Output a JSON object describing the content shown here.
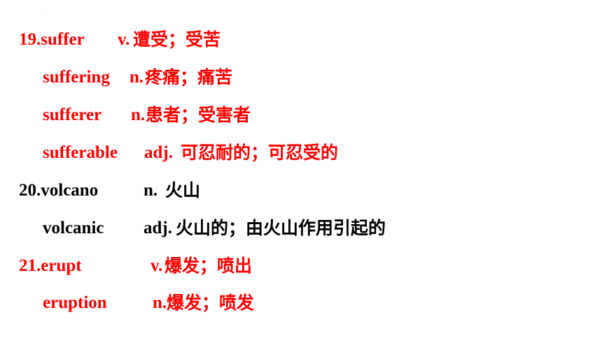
{
  "colors": {
    "accent": "#ff0000",
    "text": "#000000",
    "background": "#ffffff"
  },
  "corner_mark": "·",
  "entries": [
    {
      "word": "19.suffer",
      "pos": "v.",
      "meaning": "遭受；受苦",
      "color": "red"
    },
    {
      "word": "suffering",
      "pos": "n.",
      "meaning": "疼痛；痛苦",
      "color": "red"
    },
    {
      "word": "sufferer",
      "pos": "n.",
      "meaning": "患者；受害者",
      "color": "red"
    },
    {
      "word": "sufferable",
      "pos": "adj.",
      "meaning": "可忍耐的；可忍受的",
      "color": "red"
    },
    {
      "word": "20.volcano",
      "pos": "n.",
      "meaning": "火山",
      "color": "black"
    },
    {
      "word": "volcanic",
      "pos": "adj.",
      "meaning": "火山的；由火山作用引起的",
      "color": "black"
    },
    {
      "word": "21.erupt",
      "pos": "v.",
      "meaning": "爆发；喷出",
      "color": "red"
    },
    {
      "word": "eruption",
      "pos": "n.",
      "meaning": "爆发；喷发",
      "color": "red"
    }
  ]
}
